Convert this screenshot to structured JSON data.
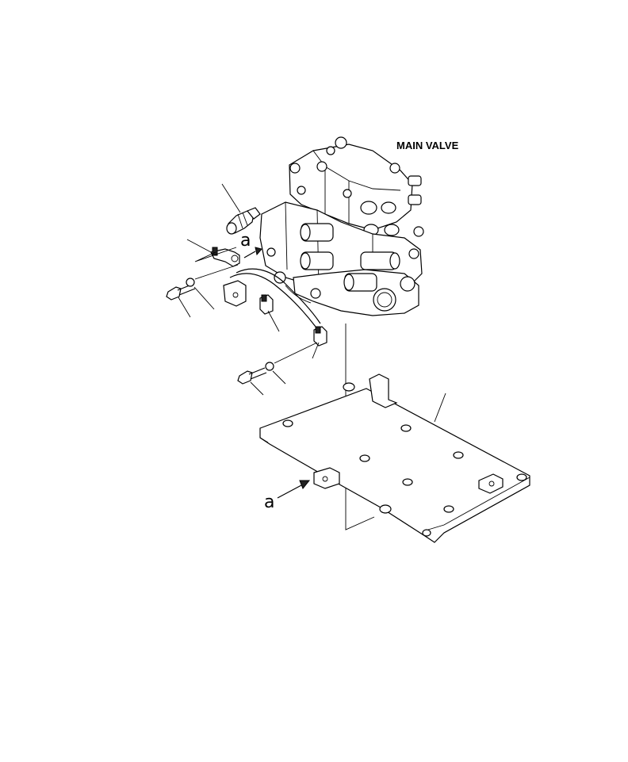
{
  "diagram": {
    "title_label": "MAIN VALVE",
    "ref_a_upper": "a",
    "ref_a_lower": "a"
  }
}
